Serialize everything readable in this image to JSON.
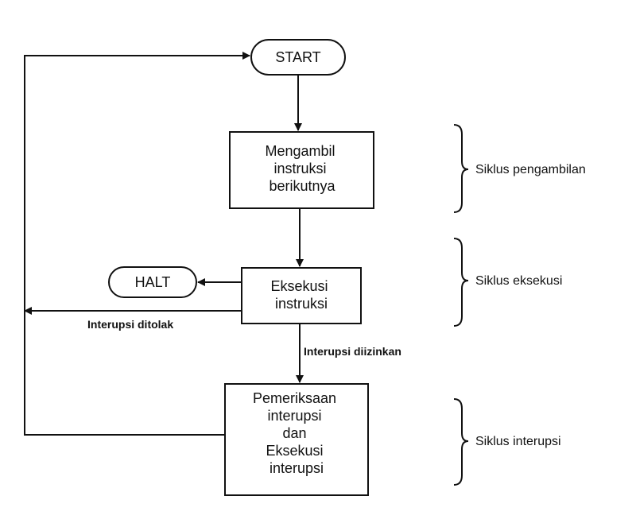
{
  "nodes": {
    "start": "START",
    "fetch": [
      "Mengambil",
      "instruksi",
      "berikutnya"
    ],
    "execute": [
      "Eksekusi",
      "instruksi"
    ],
    "halt": "HALT",
    "interrupt": [
      "Pemeriksaan",
      "interupsi",
      "dan",
      "Eksekusi",
      "interupsi"
    ]
  },
  "edges": {
    "interrupt_rejected": "Interupsi ditolak",
    "interrupt_allowed": "Interupsi diizinkan"
  },
  "phases": {
    "fetch": "Siklus pengambilan",
    "execute": "Siklus eksekusi",
    "interrupt": "Siklus interupsi"
  }
}
